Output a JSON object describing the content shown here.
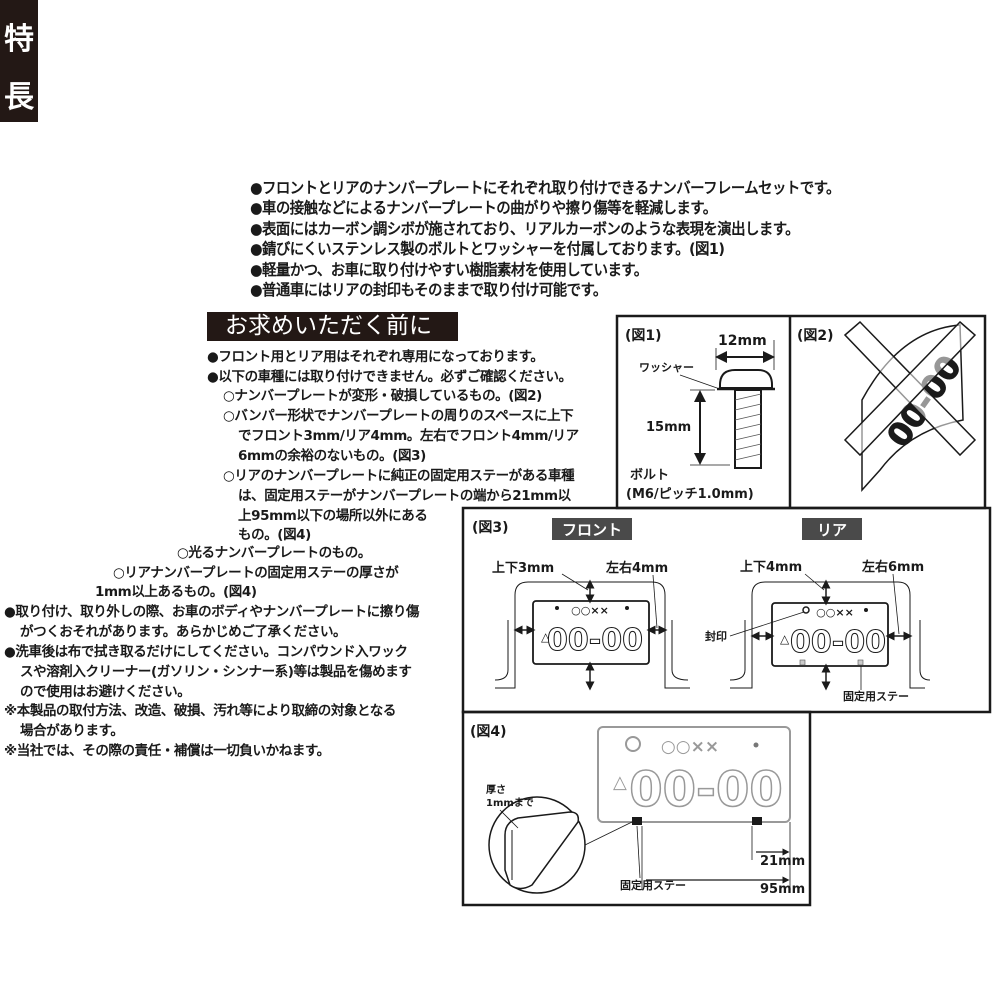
{
  "features": {
    "title_chars": [
      "特",
      "長"
    ],
    "items": [
      "●フロントとリアのナンバープレートにそれぞれ取り付けできるナンバーフレームセットです。",
      "●車の接触などによるナンバープレートの曲がりや擦り傷等を軽減します。",
      "●表面にはカーボン調シボが施されており、リアルカーボンのような表現を演出します。",
      "●錆びにくいステンレス製のボルトとワッシャーを付属しております。(図1)",
      "●軽量かつ、お車に取り付けやすい樹脂素材を使用しています。",
      "●普通車にはリアの封印もそのままで取り付け可能です。"
    ]
  },
  "precautions": {
    "title": "お求めいただく前に",
    "lines": [
      "●フロント用とリア用はそれぞれ専用になっております。",
      "●以下の車種には取り付けできません。必ずご確認ください。",
      "○ナンバープレートが変形・破損しているもの。(図2)",
      "○バンパー形状でナンバープレートの周りのスペースに上下",
      "でフロント3mm/リア4mm。左右でフロント4mm/リア",
      "6mmの余裕のないもの。(図3)",
      "○リアのナンバープレートに純正の固定用ステーがある車種",
      "は、固定用ステーがナンバープレートの端から21mm以",
      "上95mm以下の場所以外にある",
      "もの。(図4)",
      "○光るナンバープレートのもの。",
      "○リアナンバープレートの固定用ステーの厚さが",
      "1mm以上あるもの。(図4)",
      "●取り付け、取り外しの際、お車のボディやナンバープレートに擦り傷",
      "がつくおそれがあります。あらかじめご了承ください。",
      "●洗車後は布で拭き取るだけにしてください。コンパウンド入ワック",
      "スや溶剤入クリーナー(ガソリン・シンナー系)等は製品を傷めます",
      "ので使用はお避けください。",
      "※本製品の取付方法、改造、破損、汚れ等により取締の対象となる",
      "場合があります。",
      "※当社では、その際の責任・補償は一切負いかねます。"
    ]
  },
  "fig1": {
    "label": "(図1)",
    "width": "12mm",
    "washer": "ワッシャー",
    "length": "15mm",
    "bolt": "ボルト",
    "bolt_spec": "(M6/ピッチ1.0mm)"
  },
  "fig2": {
    "label": "(図2)"
  },
  "fig3": {
    "label": "(図3)",
    "front": {
      "title": "フロント",
      "vertical": "上下3mm",
      "horizontal": "左右4mm"
    },
    "rear": {
      "title": "リア",
      "vertical": "上下4mm",
      "horizontal": "左右6mm",
      "seal": "封印",
      "stay": "固定用ステー"
    },
    "plate_top": "○○××",
    "plate_number": "00-00",
    "plate_mark": "△"
  },
  "fig4": {
    "label": "(図4)",
    "thickness": "厚さ",
    "thickness_value": "1mmまで",
    "stay": "固定用ステー",
    "dist_min": "21mm",
    "dist_max": "95mm"
  }
}
